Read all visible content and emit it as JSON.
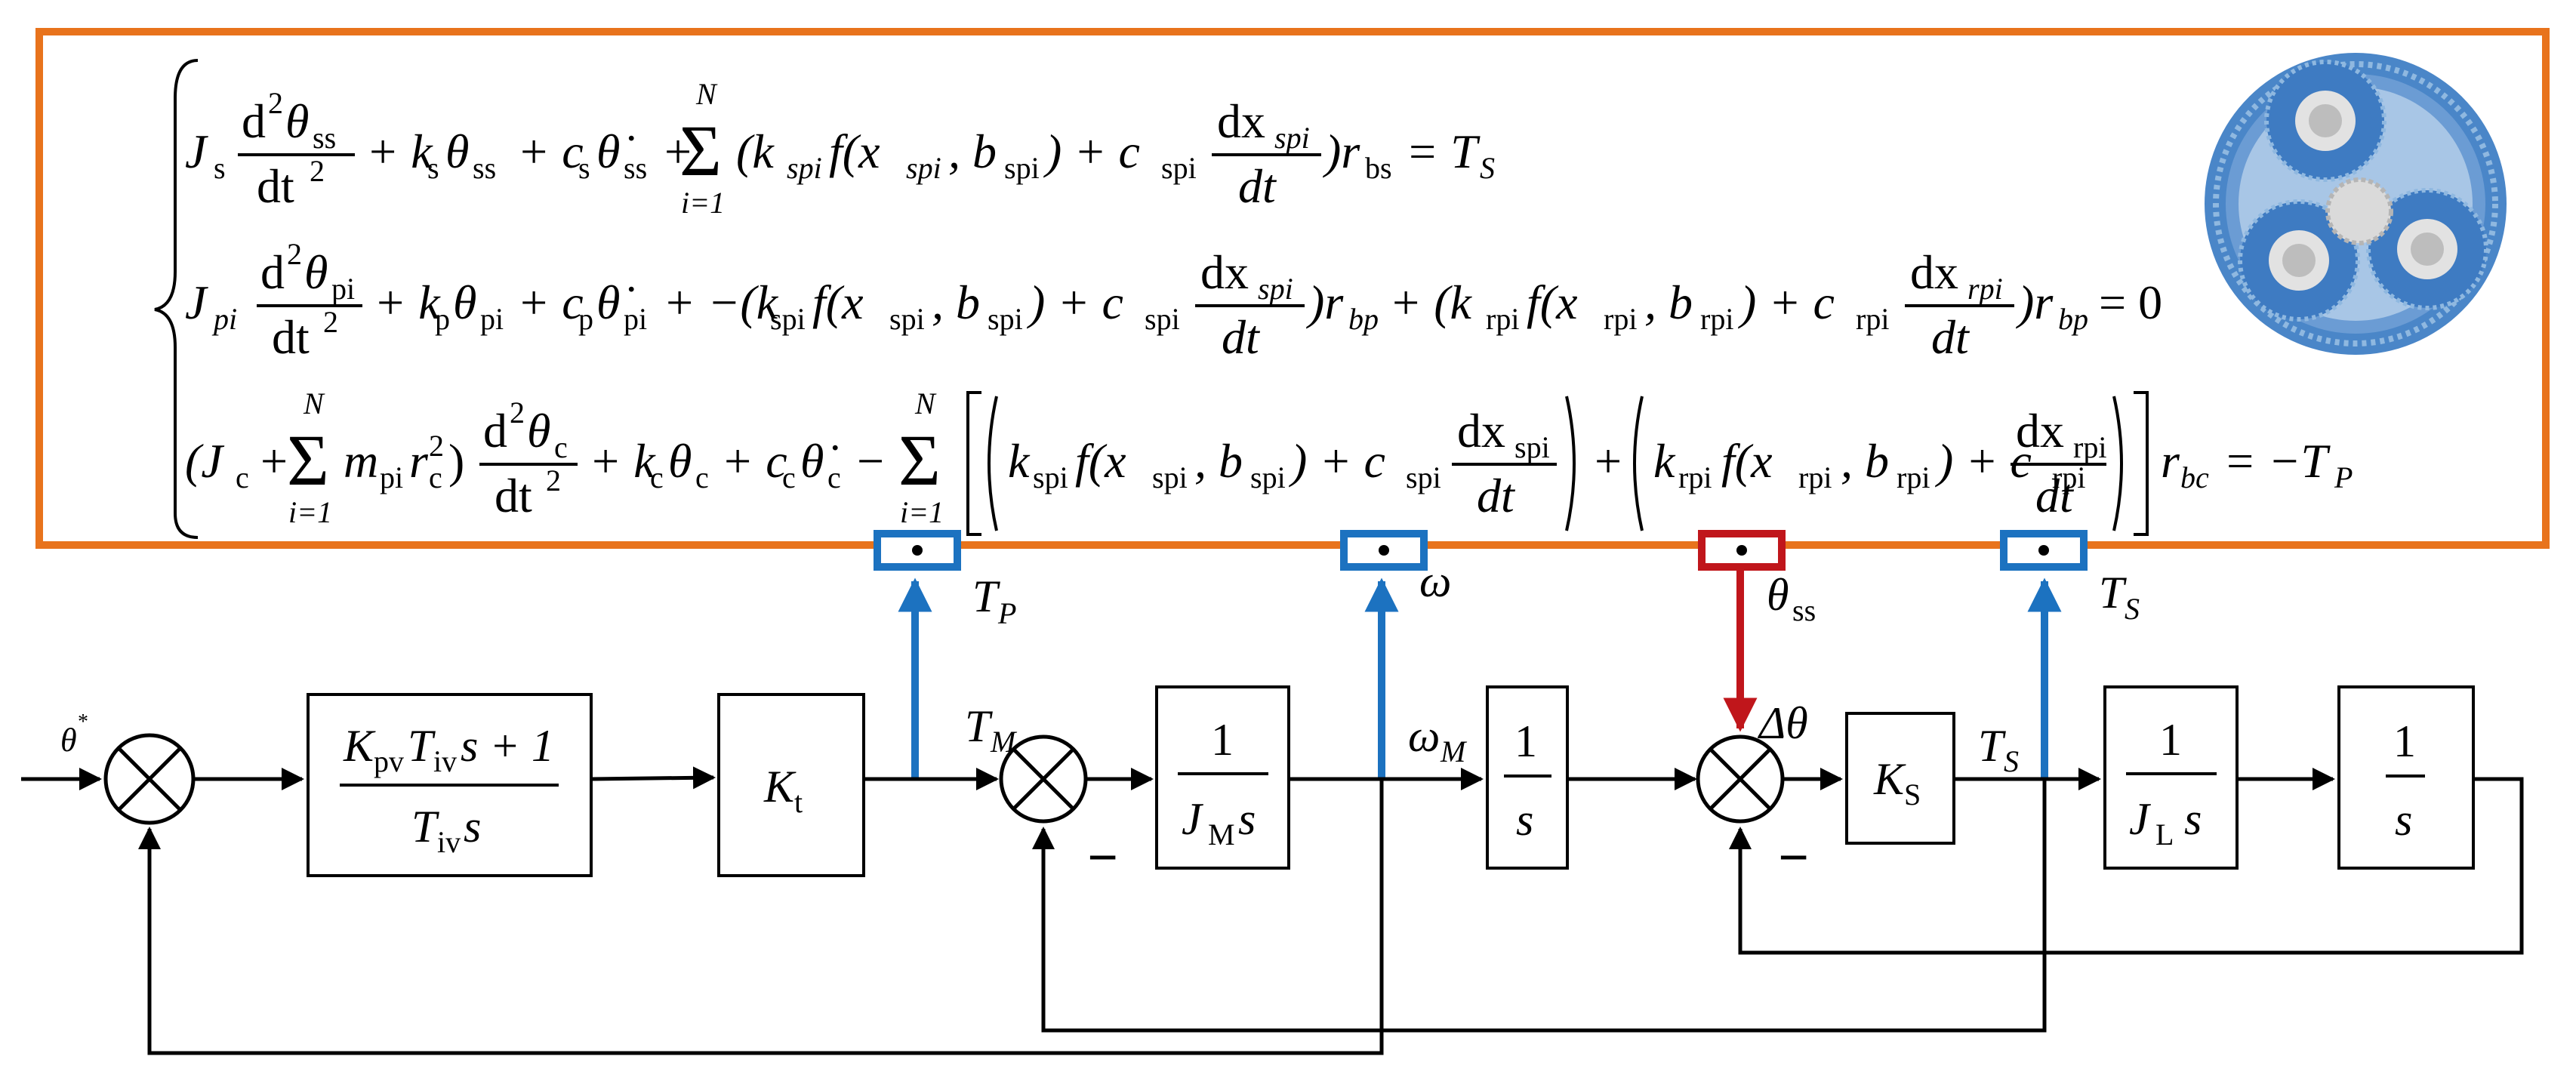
{
  "equations": {
    "eq1": {
      "lhs_J": "J",
      "lhs_J_sub": "s",
      "d2": "d",
      "theta": "θ",
      "theta_sub": "ss",
      "dt2": "dt",
      "k_term": "+ k",
      "k_sub": "s",
      "theta_ss_1": "θ",
      "theta_ss_1_sub": "ss",
      "c_term": "+ c",
      "c_sub": "s",
      "theta_dot": "θ̇",
      "theta_dot_sub": "ss",
      "plus_sum": "+",
      "sum_top": "N",
      "sum_bot": "i=1",
      "paren": "(k",
      "paren_sub": "spi",
      "f_arg": "f(x",
      "f_arg_sub": "spi",
      "comma_b": ", b",
      "comma_b_sub": "spi",
      "close_c": ") + c",
      "close_c_sub": "spi",
      "dx": "dx",
      "dx_sub": "spi",
      "dt": "dt",
      "r": ")r",
      "r_sub": "bs",
      "eq": "= T",
      "eq_sub": "S"
    },
    "eq2": {
      "lhs_J": "J",
      "lhs_J_sub": "pi",
      "theta": "θ",
      "theta_sub": "pi",
      "k_term": "+ k",
      "k_sub": "p",
      "theta_1": "θ",
      "theta_1_sub": "pi",
      "c_term": "+ c",
      "c_sub": "p",
      "theta_dot": "θ̇",
      "theta_dot_sub": "pi",
      "minus": "+ −(k",
      "k2_sub": "spi",
      "f1": "f(x",
      "f1_sub": "spi",
      "b1": ", b",
      "b1_sub": "spi",
      "c1": ") + c",
      "c1_sub": "spi",
      "dx1": "dx",
      "dx1_sub": "spi",
      "r1": ")r",
      "r1_sub": "bp",
      "plus2": "+ (k",
      "k3_sub": "rpi",
      "f2": "f(x",
      "f2_sub": "rpi",
      "b2": ", b",
      "b2_sub": "rpi",
      "c2": ") + c",
      "c2_sub": "rpi",
      "dx2": "dx",
      "dx2_sub": "rpi",
      "r2": ")r",
      "r2_sub": "bp",
      "eq": "= 0"
    },
    "eq3": {
      "open": "(J",
      "open_sub": "c",
      "plus_sum": "+",
      "m": "m",
      "m_sub": "pi",
      "r": "r",
      "r_sub": "c",
      "close": ")",
      "theta_sub": "c",
      "k_term": "+ k",
      "k_sub": "c",
      "theta_1": "θ",
      "theta_1_sub": "c",
      "c_term": "+ c",
      "c_sub": "c",
      "theta_dot": "θ̇",
      "theta_dot_sub": "c",
      "minus_sum": "−",
      "k1": "k",
      "k1_sub": "spi",
      "f1": "f(x",
      "f1_sub": "spi",
      "b1": ", b",
      "b1_sub": "spi",
      "c1": ") + c",
      "c1_sub": "spi",
      "dx1": "dx",
      "dx1_sub": "spi",
      "plus": "+",
      "k2": "k",
      "k2_sub": "rpi",
      "f2": "f(x",
      "f2_sub": "rpi",
      "b2": ", b",
      "b2_sub": "rpi",
      "c2": ") + c",
      "c2_sub": "rpi",
      "dx2": "dx",
      "dx2_sub": "rpi",
      "r_sub2": "bc",
      "eq": "= −T",
      "eq_sub": "P"
    }
  },
  "taps": {
    "tp": {
      "main": "T",
      "sub": "P"
    },
    "omega": {
      "main": "ω"
    },
    "theta_ss": {
      "main": "θ",
      "sub": "ss"
    },
    "ts": {
      "main": "T",
      "sub": "S"
    }
  },
  "blocks": {
    "pi_ctrl": {
      "num_a": "K",
      "num_a_sub": "pv",
      "num_b": "T",
      "num_b_sub": "iv",
      "num_c": "s + 1",
      "den_a": "T",
      "den_a_sub": "iv",
      "den_b": "s"
    },
    "kt": {
      "main": "K",
      "sub": "t"
    },
    "motor": {
      "num": "1",
      "den_a": "J",
      "den_a_sub": "M",
      "den_b": "s"
    },
    "integ1": {
      "num": "1",
      "den": "s"
    },
    "ks": {
      "main": "K",
      "sub": "S"
    },
    "load": {
      "num": "1",
      "den_a": "J",
      "den_a_sub": "L",
      "den_b": "s"
    },
    "integ2": {
      "num": "1",
      "den": "s"
    }
  },
  "signals": {
    "input": {
      "main": "θ",
      "sup": "*"
    },
    "tm": {
      "main": "T",
      "sub": "M"
    },
    "omega_m": {
      "main": "ω",
      "sub": "M"
    },
    "delta_theta": {
      "main": "Δθ"
    },
    "ts2": {
      "main": "T",
      "sub": "S"
    },
    "minus1": "−",
    "minus2": "−"
  },
  "colors": {
    "equation_frame": "#E8731C",
    "tap_blue": "#1C72C0",
    "tap_red": "#C0161B",
    "gear_body": "#4A86C8",
    "gear_light": "#8FB8E0",
    "gear_hub": "#DADADA"
  }
}
